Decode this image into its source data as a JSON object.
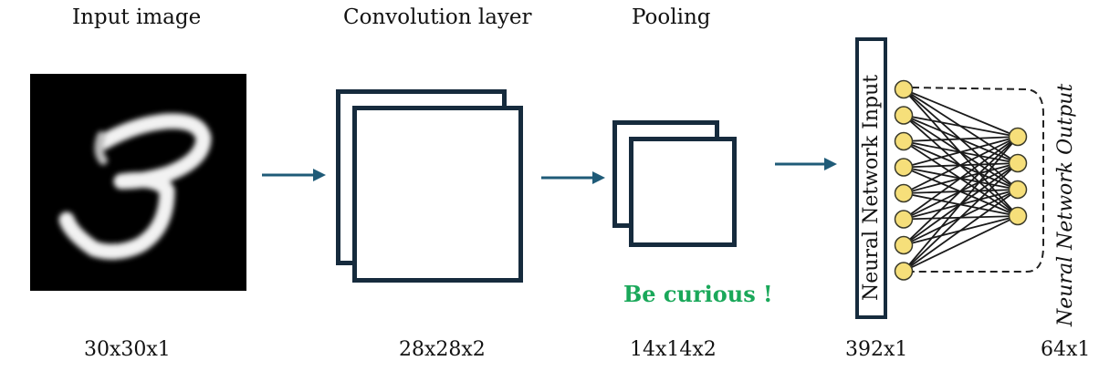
{
  "stages": {
    "input_image": "Input image",
    "convolution": "Convolution layer",
    "pooling": "Pooling"
  },
  "dimensions": {
    "input": "30x30x1",
    "conv": "28x28x2",
    "pool": "14x14x2",
    "nn_input": "392x1",
    "nn_output": "64x1"
  },
  "network": {
    "input_label": "Neural Network Input",
    "output_label": "Neural Network Output",
    "input_nodes": 8,
    "output_nodes": 4
  },
  "annotation": "Be curious  !",
  "colors": {
    "frame": "#162b3d",
    "arrow": "#1f5b78",
    "node_fill": "#f6df7a",
    "node_stroke": "#3a3a2a",
    "annotation": "#1aa85a"
  }
}
